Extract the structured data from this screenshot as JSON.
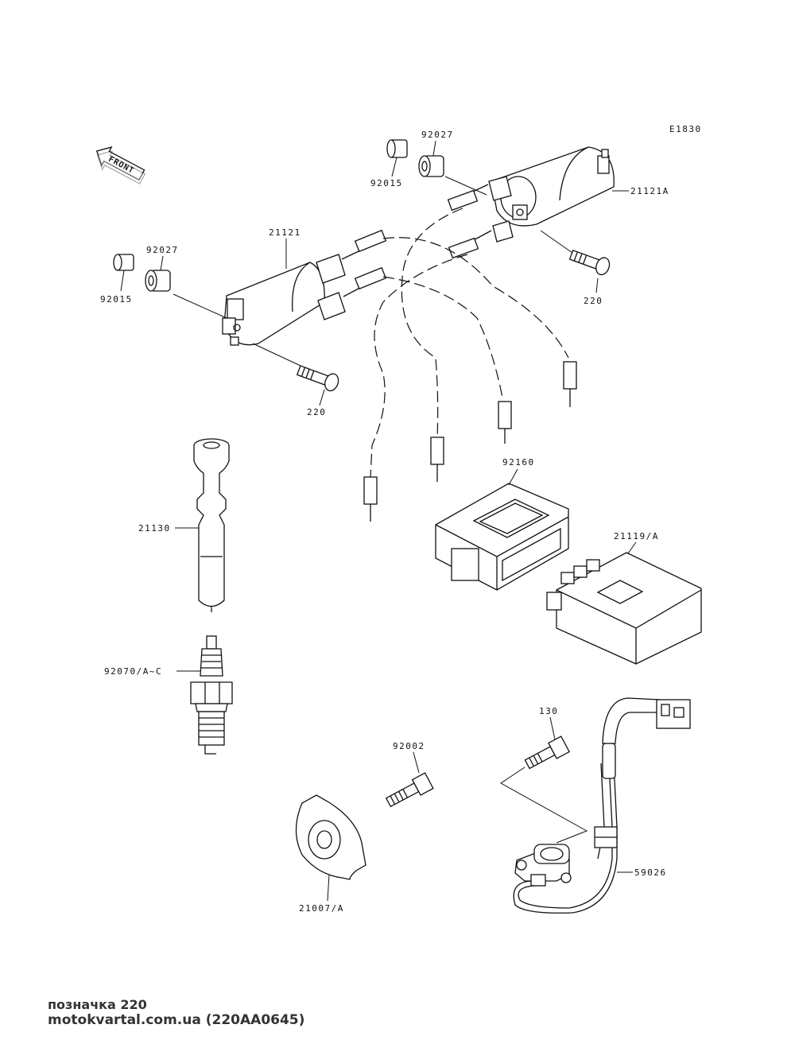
{
  "diagram_code": "E1830",
  "front_label": "FRONT",
  "parts": {
    "p92027_right": "92027",
    "p92015_right": "92015",
    "p21121A": "21121A",
    "p220_right": "220",
    "p21121": "21121",
    "p92027_left": "92027",
    "p92015_left": "92015",
    "p220_left": "220",
    "p92160": "92160",
    "p21130": "21130",
    "p21119A": "21119/A",
    "p92070": "92070/A~C",
    "p130": "130",
    "p92002": "92002",
    "p59026": "59026",
    "p21007A": "21007/A"
  },
  "footer": {
    "ref_note": "позначка 220",
    "site": "motokvartal.com.ua (220AA0645)"
  }
}
